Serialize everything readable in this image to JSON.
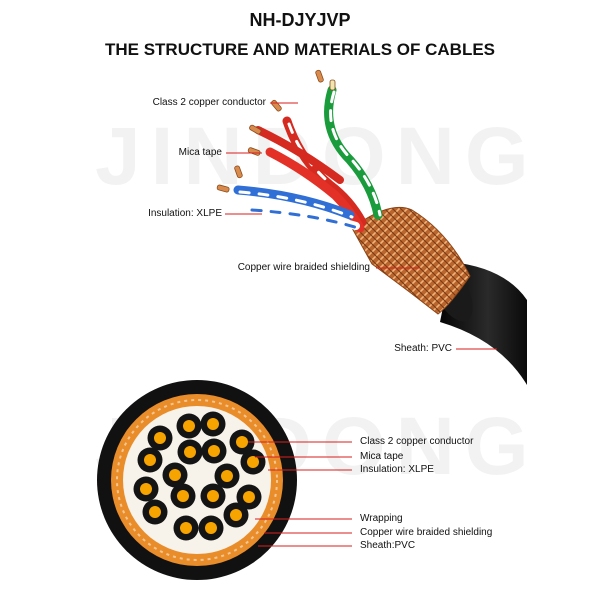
{
  "title": {
    "line1": "NH-DJYJVP",
    "line2": "THE STRUCTURE AND MATERIALS OF CABLES"
  },
  "watermark": "JINDONG",
  "colors": {
    "leader": "#d81e1e",
    "copper": "#c8763a",
    "sheath": "#111111",
    "wrapping": "#e98c2a",
    "core": "#f7a400"
  },
  "side_view": {
    "labels": [
      "Class 2 copper conductor",
      "Mica tape",
      "Insulation: XLPE",
      "Copper wire braided shielding",
      "Sheath: PVC"
    ]
  },
  "cross_section": {
    "labels": [
      "Class 2 copper conductor",
      "Mica tape",
      "Insulation: XLPE",
      "Wrapping",
      "Copper wire braided shielding",
      "Sheath:PVC"
    ]
  }
}
